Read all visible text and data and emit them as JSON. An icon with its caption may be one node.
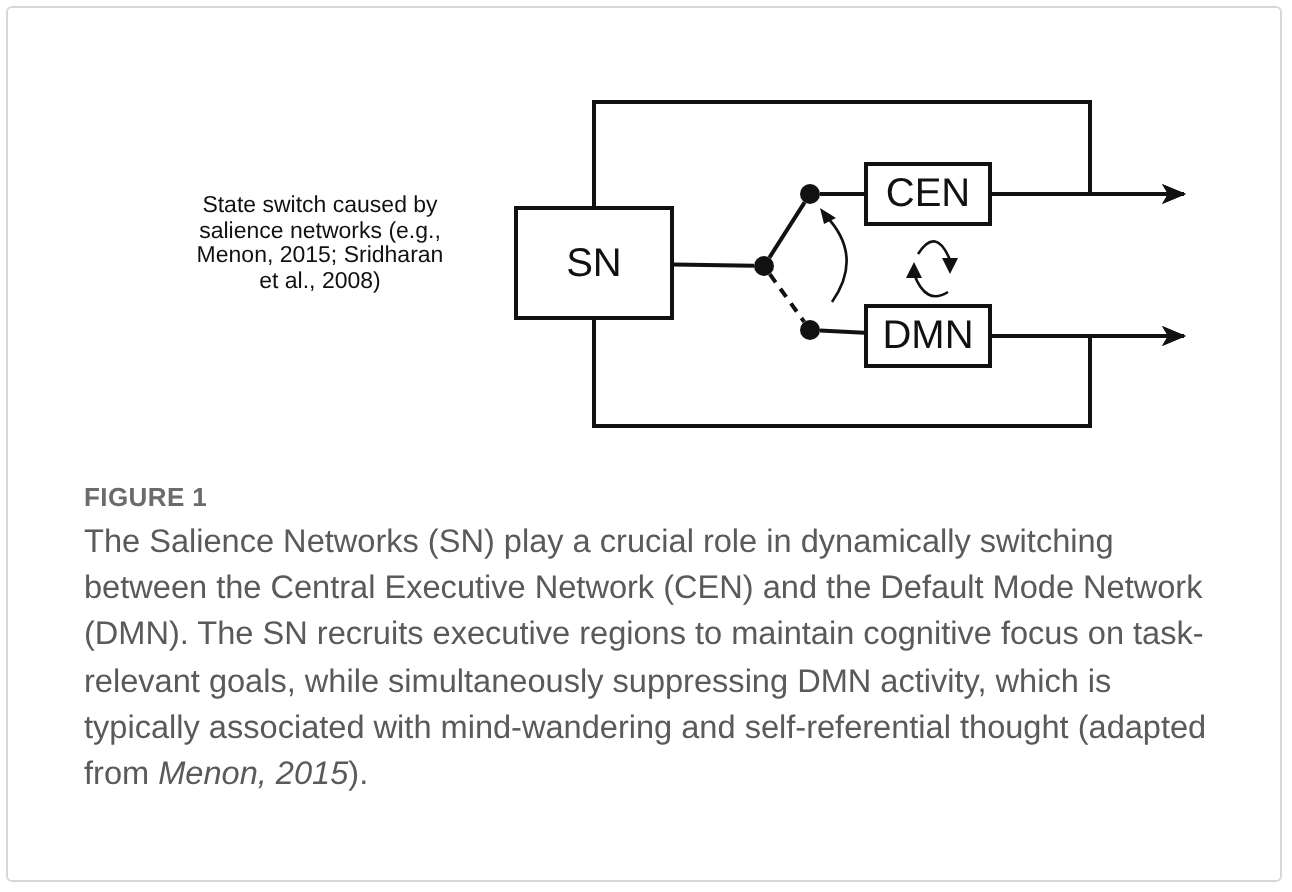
{
  "diagram": {
    "caption": "The Salience Networks (SN) play a crucial role in dynamically switching between the Central Executive Network (CEN) and the Default Mode Network (DMN). The SN recruits executive regions to maintain cognitive focus on task-relevant goals, while simultaneously suppressing DMN activity, which is typically associated with mind-wandering and self-referential thought (adapted from *Menon, 2015*).",
    "nodes": [
      {
        "text": [
          "SN"
        ]
      },
      {
        "text": [
          "CEN"
        ]
      },
      {
        "text": [
          "DMN"
        ]
      },
      {
        "text": [],
        "shape": "circle"
      },
      {
        "text": [],
        "shape": "circle"
      },
      {
        "text": [],
        "shape": "circle"
      }
    ],
    "edges": [
      {
        "from": 0,
        "to": 3,
        "arrow": "none"
      },
      {
        "from": 3,
        "to": 4,
        "arrow": "none"
      },
      {
        "from": 3,
        "to": 5,
        "arrow": "none",
        "style": "dashed"
      },
      {
        "from": 4,
        "to": 1,
        "arrow": "none"
      },
      {
        "from": 5,
        "to": 2,
        "arrow": "none"
      },
      {
        "from": 1,
        "to": null,
        "arrow": "to"
      },
      {
        "from": 2,
        "to": null,
        "arrow": "to"
      },
      {
        "from": 0,
        "to": null,
        "arrow": "to"
      },
      {
        "from": 0,
        "to": null,
        "arrow": "to"
      }
    ],
    "labels": [
      "State switch caused by salience networks (e.g., Menon, 2015; Sridharan et al., 2008)",
      "FIGURE 1"
    ]
  }
}
